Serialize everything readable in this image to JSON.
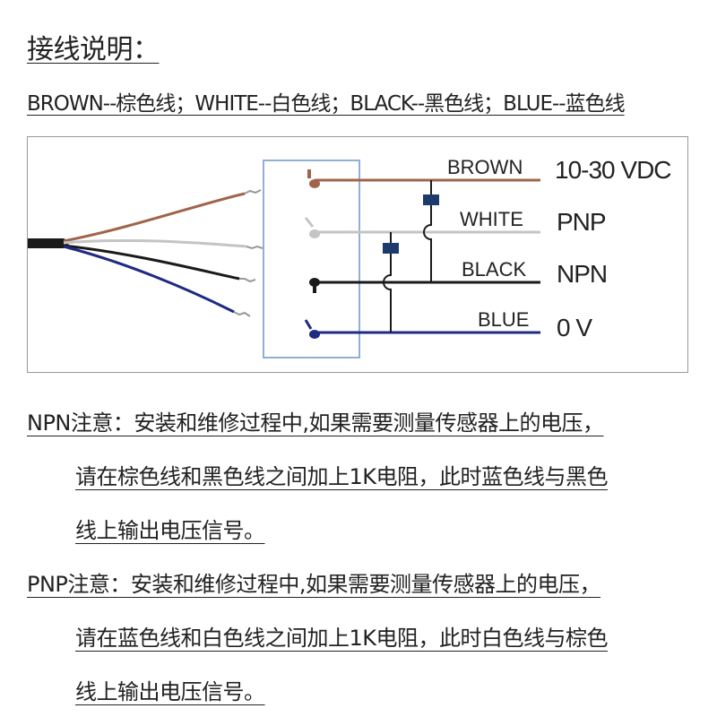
{
  "title": "接线说明：",
  "legend": "BROWN--棕色线；WHITE--白色线；BLACK--黑色线；BLUE--蓝色线",
  "wires": [
    {
      "label": "BROWN",
      "value": "10-30 VDC",
      "color": "#a0644a"
    },
    {
      "label": "WHITE",
      "value": "PNP",
      "color": "#c4c4c4"
    },
    {
      "label": "BLACK",
      "value": "NPN",
      "color": "#1a1a1a"
    },
    {
      "label": "BLUE",
      "value": "0 V",
      "color": "#1f2a80"
    }
  ],
  "notes": {
    "npn": {
      "line1": "NPN注意：安装和维修过程中,如果需要测量传感器上的电压，",
      "line2": "请在棕色线和黑色线之间加上1K电阻，此时蓝色线与黑色",
      "line3": "线上输出电压信号。"
    },
    "pnp": {
      "line1": "PNP注意：安装和维修过程中,如果需要测量传感器上的电压，",
      "line2": "请在蓝色线和白色线之间加上1K电阻，此时白色线与棕色",
      "line3": "线上输出电压信号。"
    }
  },
  "colors": {
    "frame": "#8fb0d6",
    "resistor": "#1c3a6e"
  }
}
